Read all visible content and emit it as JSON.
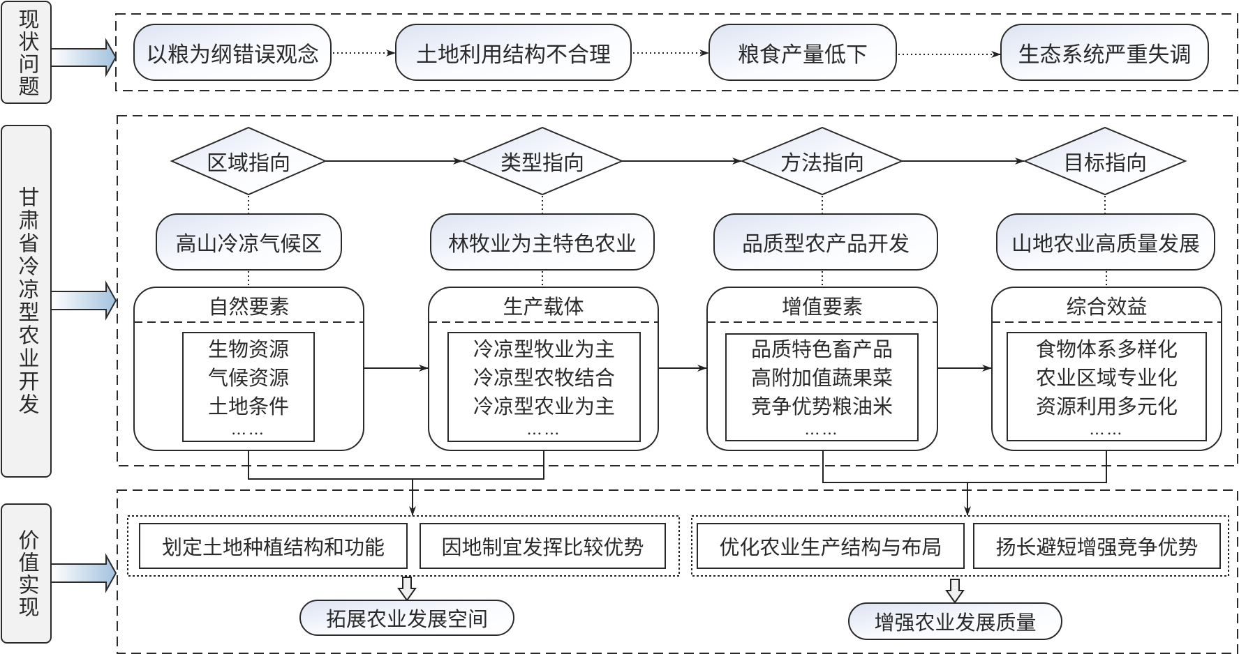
{
  "sections": [
    {
      "label": "现状问题"
    },
    {
      "label": "甘肃省冷凉型农业开发"
    },
    {
      "label": "价值实现"
    }
  ],
  "problems": [
    "以粮为纲错误观念",
    "土地利用结构不合理",
    "粮食产量低下",
    "生态系统严重失调"
  ],
  "development": {
    "columns": [
      {
        "direction": "区域指向",
        "focus": "高山冷凉气候区",
        "box_title": "自然要素",
        "items": [
          "生物资源",
          "气候资源",
          "土地条件"
        ],
        "ellipsis": "……"
      },
      {
        "direction": "类型指向",
        "focus": "林牧业为主特色农业",
        "box_title": "生产载体",
        "items": [
          "冷凉型牧业为主",
          "冷凉型农牧结合",
          "冷凉型农业为主"
        ],
        "ellipsis": "……"
      },
      {
        "direction": "方法指向",
        "focus": "品质型农产品开发",
        "box_title": "增值要素",
        "items": [
          "品质特色畜产品",
          "高附加值蔬果菜",
          "竞争优势粮油米"
        ],
        "ellipsis": "……"
      },
      {
        "direction": "目标指向",
        "focus": "山地农业高质量发展",
        "box_title": "综合效益",
        "items": [
          "食物体系多样化",
          "农业区域专业化",
          "资源利用多元化"
        ],
        "ellipsis": "……"
      }
    ]
  },
  "value": {
    "groups": [
      {
        "actions": [
          "划定土地种植结构和功能",
          "因地制宜发挥比较优势"
        ],
        "outcome": "拓展农业发展空间"
      },
      {
        "actions": [
          "优化农业生产结构与布局",
          "扬长避短增强竞争优势"
        ],
        "outcome": "增强农业发展质量"
      }
    ]
  },
  "colors": {
    "stroke": "#2a2a2a",
    "side_fill": "#f2f2f2",
    "pill_grad_start": "#e3e8f4",
    "pill_grad_end": "#ffffff",
    "arrow_grad_start": "#ffffff",
    "arrow_grad_end": "#a9c6e0"
  }
}
